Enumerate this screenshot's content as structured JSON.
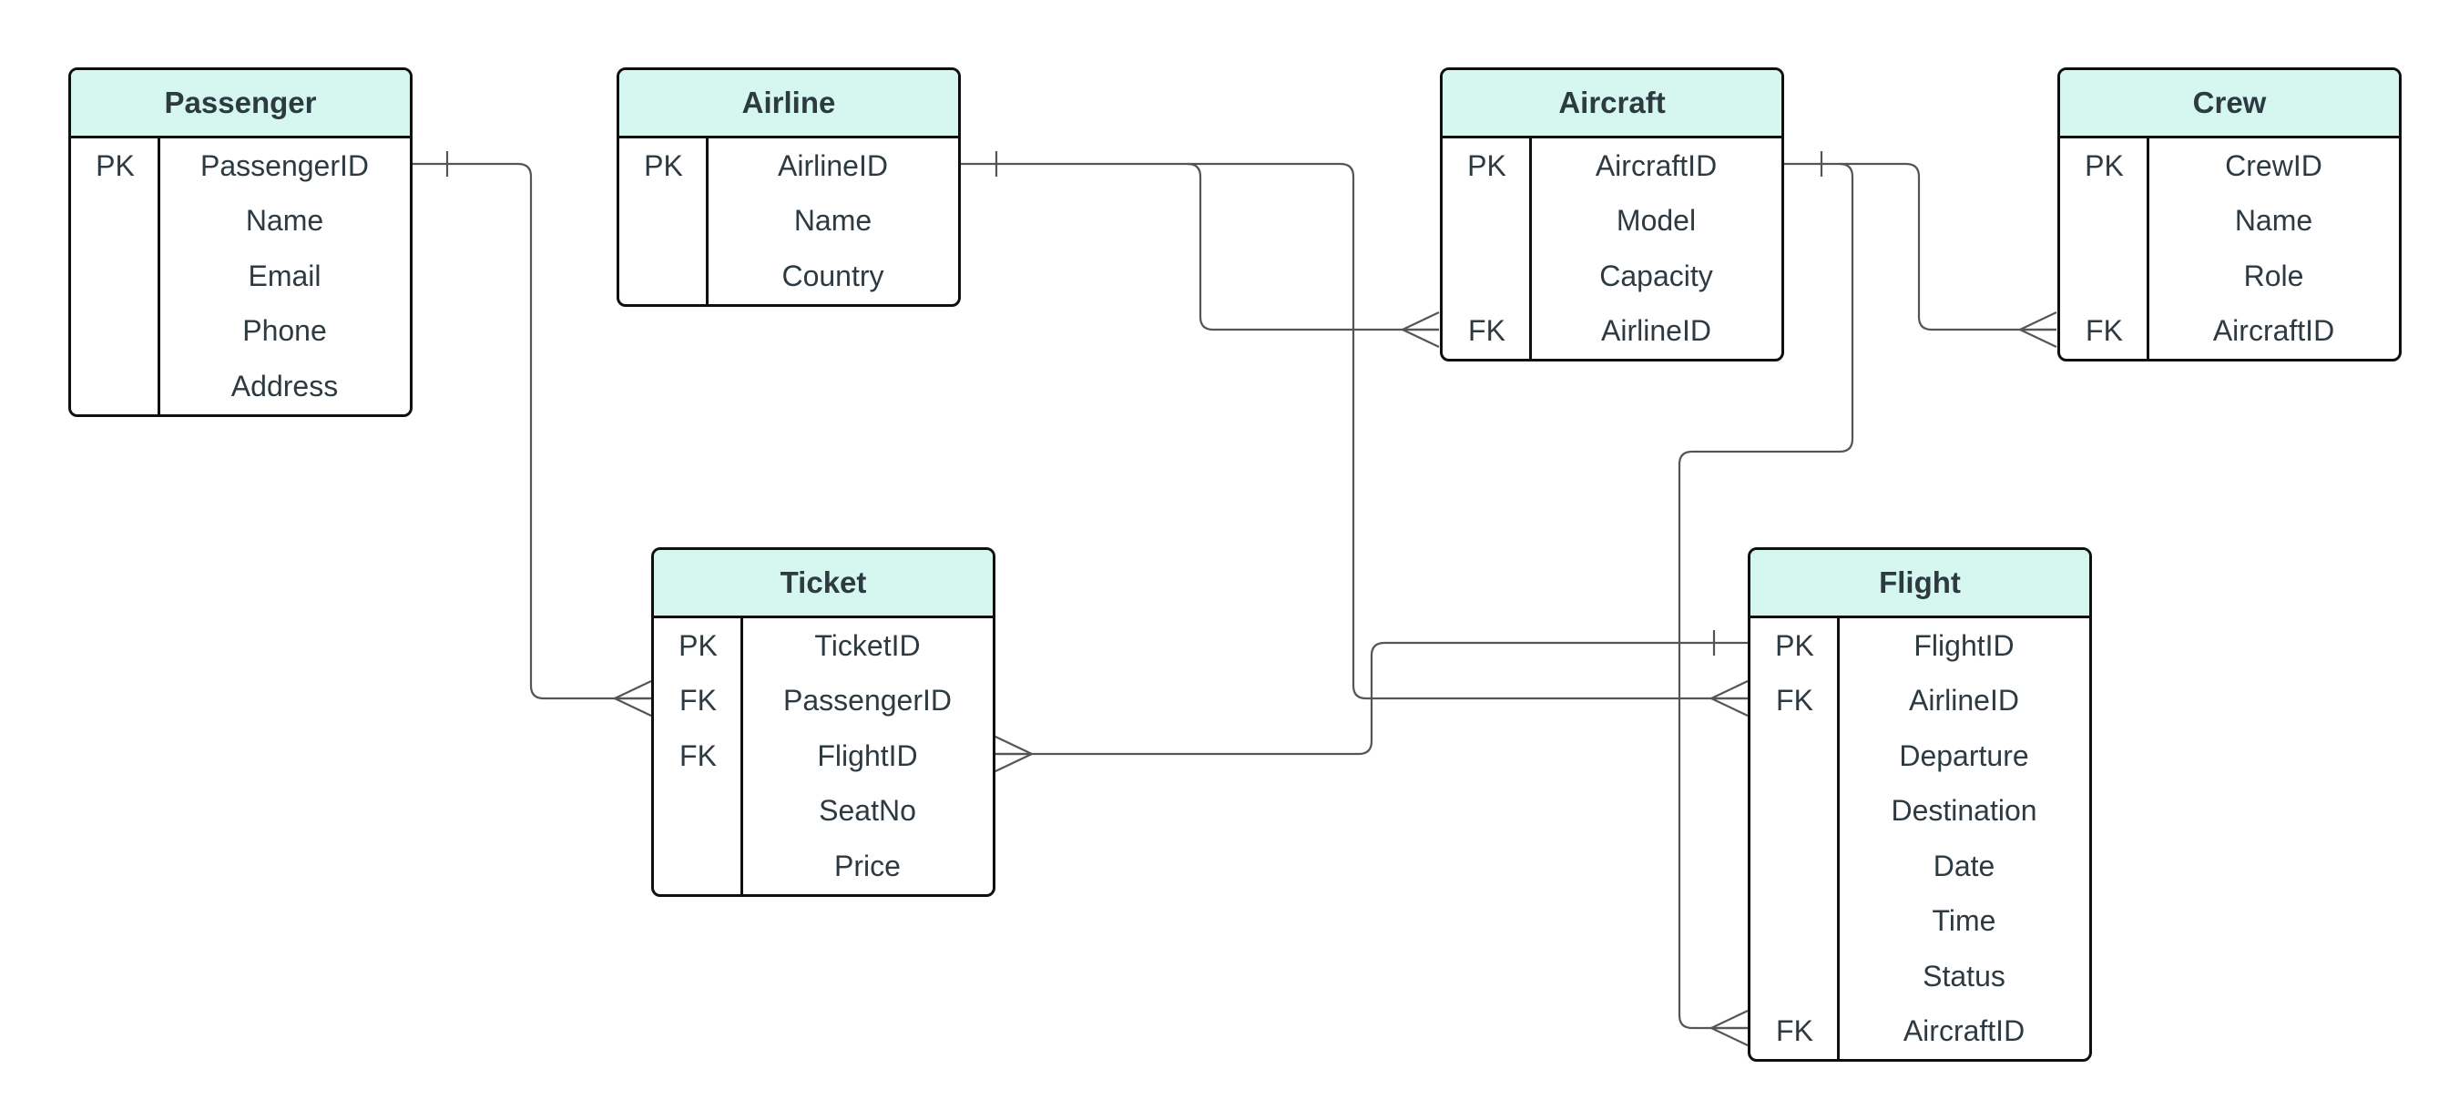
{
  "diagram": {
    "entities": {
      "passenger": {
        "title": "Passenger",
        "rows": [
          {
            "key": "PK",
            "field": "PassengerID"
          },
          {
            "key": "",
            "field": "Name"
          },
          {
            "key": "",
            "field": "Email"
          },
          {
            "key": "",
            "field": "Phone"
          },
          {
            "key": "",
            "field": "Address"
          }
        ]
      },
      "airline": {
        "title": "Airline",
        "rows": [
          {
            "key": "PK",
            "field": "AirlineID"
          },
          {
            "key": "",
            "field": "Name"
          },
          {
            "key": "",
            "field": "Country"
          }
        ]
      },
      "aircraft": {
        "title": "Aircraft",
        "rows": [
          {
            "key": "PK",
            "field": "AircraftID"
          },
          {
            "key": "",
            "field": "Model"
          },
          {
            "key": "",
            "field": "Capacity"
          },
          {
            "key": "FK",
            "field": "AirlineID"
          }
        ]
      },
      "crew": {
        "title": "Crew",
        "rows": [
          {
            "key": "PK",
            "field": "CrewID"
          },
          {
            "key": "",
            "field": "Name"
          },
          {
            "key": "",
            "field": "Role"
          },
          {
            "key": "FK",
            "field": "AircraftID"
          }
        ]
      },
      "ticket": {
        "title": "Ticket",
        "rows": [
          {
            "key": "PK",
            "field": "TicketID"
          },
          {
            "key": "FK",
            "field": "PassengerID"
          },
          {
            "key": "FK",
            "field": "FlightID"
          },
          {
            "key": "",
            "field": "SeatNo"
          },
          {
            "key": "",
            "field": "Price"
          }
        ]
      },
      "flight": {
        "title": "Flight",
        "rows": [
          {
            "key": "PK",
            "field": "FlightID"
          },
          {
            "key": "FK",
            "field": "AirlineID"
          },
          {
            "key": "",
            "field": "Departure"
          },
          {
            "key": "",
            "field": "Destination"
          },
          {
            "key": "",
            "field": "Date"
          },
          {
            "key": "",
            "field": "Time"
          },
          {
            "key": "",
            "field": "Status"
          },
          {
            "key": "FK",
            "field": "AircraftID"
          }
        ]
      }
    },
    "relationships": [
      {
        "from": "Passenger.PassengerID",
        "to": "Ticket.PassengerID",
        "cardinality": "one-to-many"
      },
      {
        "from": "Airline.AirlineID",
        "to": "Aircraft.AirlineID",
        "cardinality": "one-to-many"
      },
      {
        "from": "Airline.AirlineID",
        "to": "Flight.AirlineID",
        "cardinality": "one-to-many"
      },
      {
        "from": "Aircraft.AircraftID",
        "to": "Crew.AircraftID",
        "cardinality": "one-to-many"
      },
      {
        "from": "Aircraft.AircraftID",
        "to": "Flight.AircraftID",
        "cardinality": "one-to-many"
      },
      {
        "from": "Flight.FlightID",
        "to": "Ticket.FlightID",
        "cardinality": "one-to-many"
      }
    ],
    "colors": {
      "header_fill": "#d5f7f0",
      "border": "#0f0f0f",
      "text": "#2e3a41",
      "line": "#555555"
    }
  }
}
